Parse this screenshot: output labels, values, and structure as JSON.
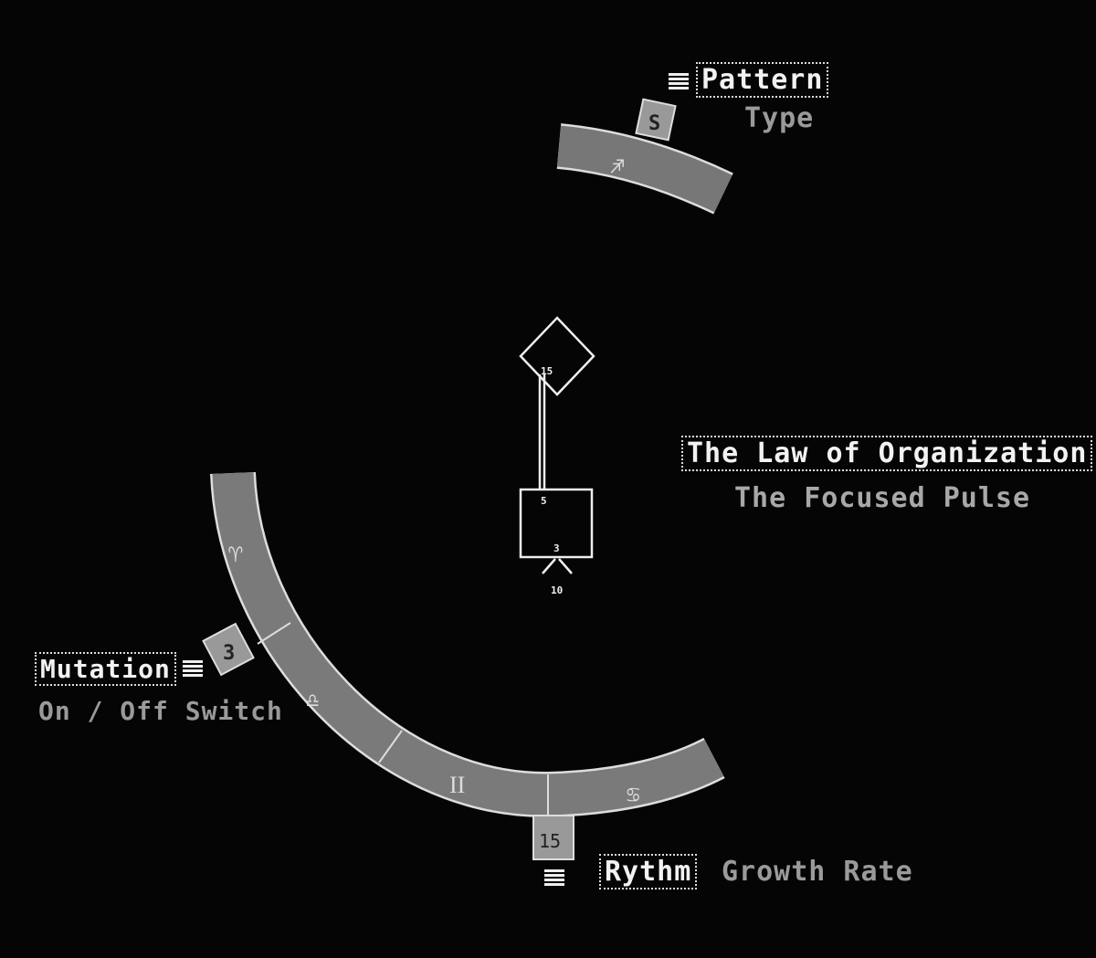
{
  "title": {
    "main": "The Law of Organization",
    "sub": "The Focused Pulse"
  },
  "pattern": {
    "label": "Pattern",
    "sublabel": "Type",
    "tab": "S",
    "glyph": "♐"
  },
  "mutation": {
    "label": "Mutation",
    "sublabel": "On / Off Switch",
    "tab": "3"
  },
  "rythm": {
    "label": "Rythm",
    "sublabel": "Growth Rate",
    "tab": "15"
  },
  "arc_glyphs": [
    "♈",
    "♎",
    "II",
    "♋"
  ],
  "node": {
    "top": "15",
    "mid": "5",
    "bottom_in": "3",
    "bottom_out": "10"
  },
  "colors": {
    "band": "#7a7a7a",
    "outline": "#e0e0e0",
    "background": "#050505"
  }
}
